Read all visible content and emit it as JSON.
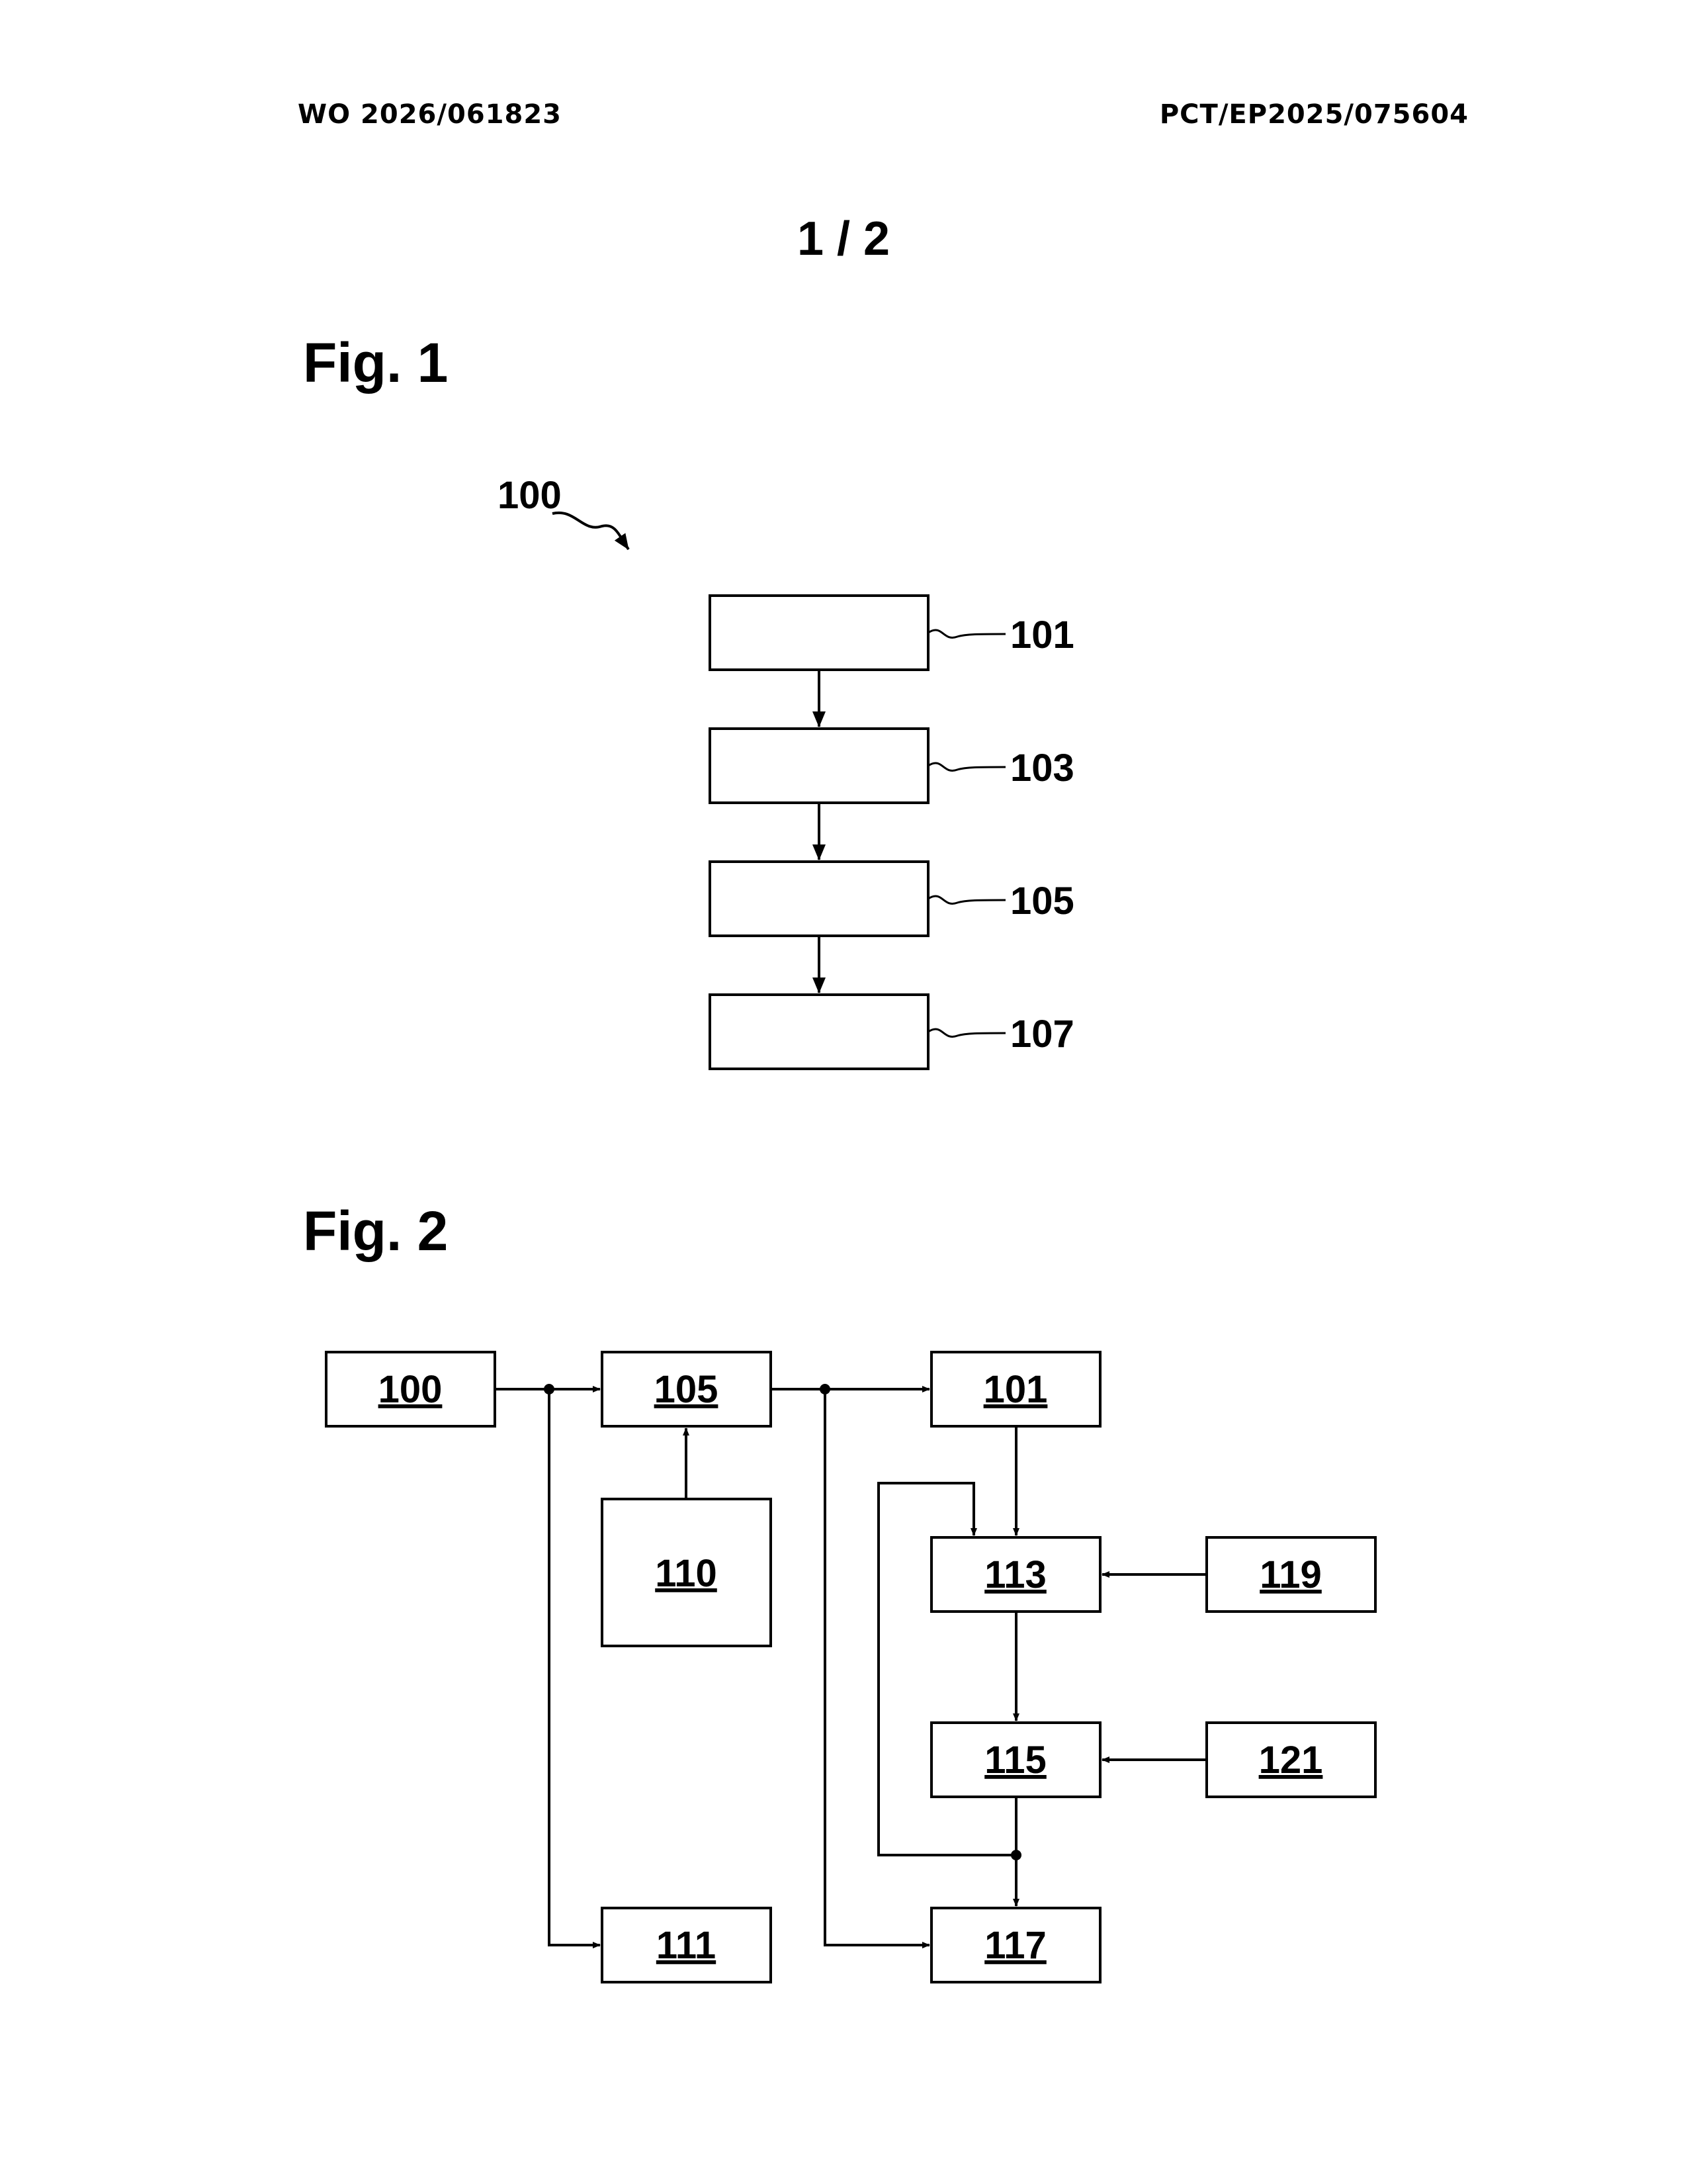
{
  "header": {
    "publication_number": "WO 2026/061823",
    "application_number": "PCT/EP2025/075604"
  },
  "sheet": "1 / 2",
  "fig1": {
    "title": "Fig. 1",
    "method_ref": "100",
    "steps": [
      "101",
      "103",
      "105",
      "107"
    ]
  },
  "fig2": {
    "title": "Fig. 2",
    "blocks": {
      "b100": "100",
      "b105": "105",
      "b101": "101",
      "b110": "110",
      "b113": "113",
      "b119": "119",
      "b115": "115",
      "b121": "121",
      "b111": "111",
      "b117": "117"
    }
  }
}
